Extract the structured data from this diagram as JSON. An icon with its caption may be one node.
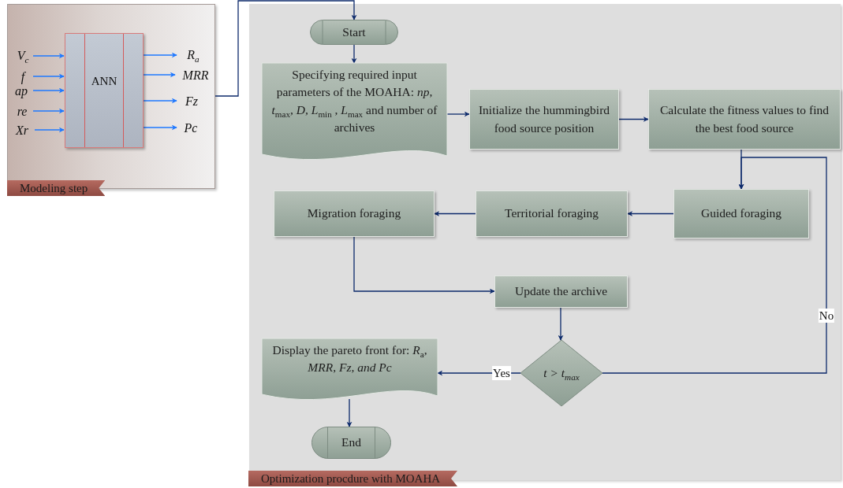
{
  "diagram": {
    "nodes": [
      {
        "text": [
          "Modeling step"
        ]
      },
      {
        "text": [
          "ANN"
        ],
        "in": 0
      },
      {
        "text": [
          "V$_{c}$"
        ],
        "in": 0
      },
      {
        "text": [
          "f"
        ],
        "in": 0
      },
      {
        "text": [
          "ap"
        ],
        "in": 0
      },
      {
        "text": [
          "re"
        ],
        "in": 0
      },
      {
        "text": [
          "Xr"
        ],
        "in": 0
      },
      {
        "text": [
          "R$_{a}$"
        ],
        "in": 0
      },
      {
        "text": [
          "MRR"
        ],
        "in": 0
      },
      {
        "text": [
          "Fz"
        ],
        "in": 0
      },
      {
        "text": [
          "Pc"
        ],
        "in": 0
      },
      {
        "text": [
          "Optimization procdure with MOAHA"
        ]
      },
      {
        "text": [
          "Start"
        ],
        "in": 11
      },
      {
        "text": [
          "Specifying required input parameters of the MOAHA: *np*, *t*$_{max}$, *D*, *L*$_{min}$ , *L*$_{max}$ and number of archives"
        ],
        "in": 11
      },
      {
        "text": [
          "Initialize the hummingbird food source position"
        ],
        "in": 11
      },
      {
        "text": [
          "Calculate the fitness values to find the best food source"
        ],
        "in": 11
      },
      {
        "text": [
          "Guided foraging"
        ],
        "in": 11
      },
      {
        "text": [
          "Territorial foraging"
        ],
        "in": 11
      },
      {
        "text": [
          "Migration foraging"
        ],
        "in": 11
      },
      {
        "text": [
          "Update the archive"
        ],
        "in": 11
      },
      {
        "text": [
          "t > t$_{max}$"
        ],
        "in": 11
      },
      {
        "text": [
          "Display the pareto front for: *R*$_{a}$, *MRR, Fz, and Pc*"
        ],
        "in": 11
      },
      {
        "text": [
          "End"
        ],
        "in": 11
      }
    ],
    "edges": [
      {
        "from": 2,
        "to": 1,
        "arrow": "to",
        "color": "#1e78ff"
      },
      {
        "from": 3,
        "to": 1,
        "arrow": "to",
        "color": "#1e78ff"
      },
      {
        "from": 4,
        "to": 1,
        "arrow": "to",
        "color": "#1e78ff"
      },
      {
        "from": 5,
        "to": 1,
        "arrow": "to",
        "color": "#1e78ff"
      },
      {
        "from": 6,
        "to": 1,
        "arrow": "to",
        "color": "#1e78ff"
      },
      {
        "from": 1,
        "to": 7,
        "arrow": "to",
        "color": "#1e78ff"
      },
      {
        "from": 1,
        "to": 8,
        "arrow": "to",
        "color": "#1e78ff"
      },
      {
        "from": 1,
        "to": 9,
        "arrow": "to",
        "color": "#1e78ff"
      },
      {
        "from": 1,
        "to": 10,
        "arrow": "to",
        "color": "#1e78ff"
      },
      {
        "from": 0,
        "to": 12,
        "arrow": "to"
      },
      {
        "from": 12,
        "to": 13,
        "arrow": "to"
      },
      {
        "from": 13,
        "to": 14,
        "arrow": "to"
      },
      {
        "from": 14,
        "to": 15,
        "arrow": "to"
      },
      {
        "from": 15,
        "to": 16,
        "arrow": "to"
      },
      {
        "from": 16,
        "to": 17,
        "arrow": "to"
      },
      {
        "from": 17,
        "to": 18,
        "arrow": "to"
      },
      {
        "from": 18,
        "to": 19,
        "arrow": "to"
      },
      {
        "from": 19,
        "to": 20,
        "arrow": "to"
      },
      {
        "from": 20,
        "to": 21,
        "arrow": "to",
        "label": "Yes"
      },
      {
        "from": 20,
        "to": 16,
        "arrow": "to",
        "label": "No"
      },
      {
        "from": 21,
        "to": 22,
        "arrow": "to"
      }
    ]
  }
}
